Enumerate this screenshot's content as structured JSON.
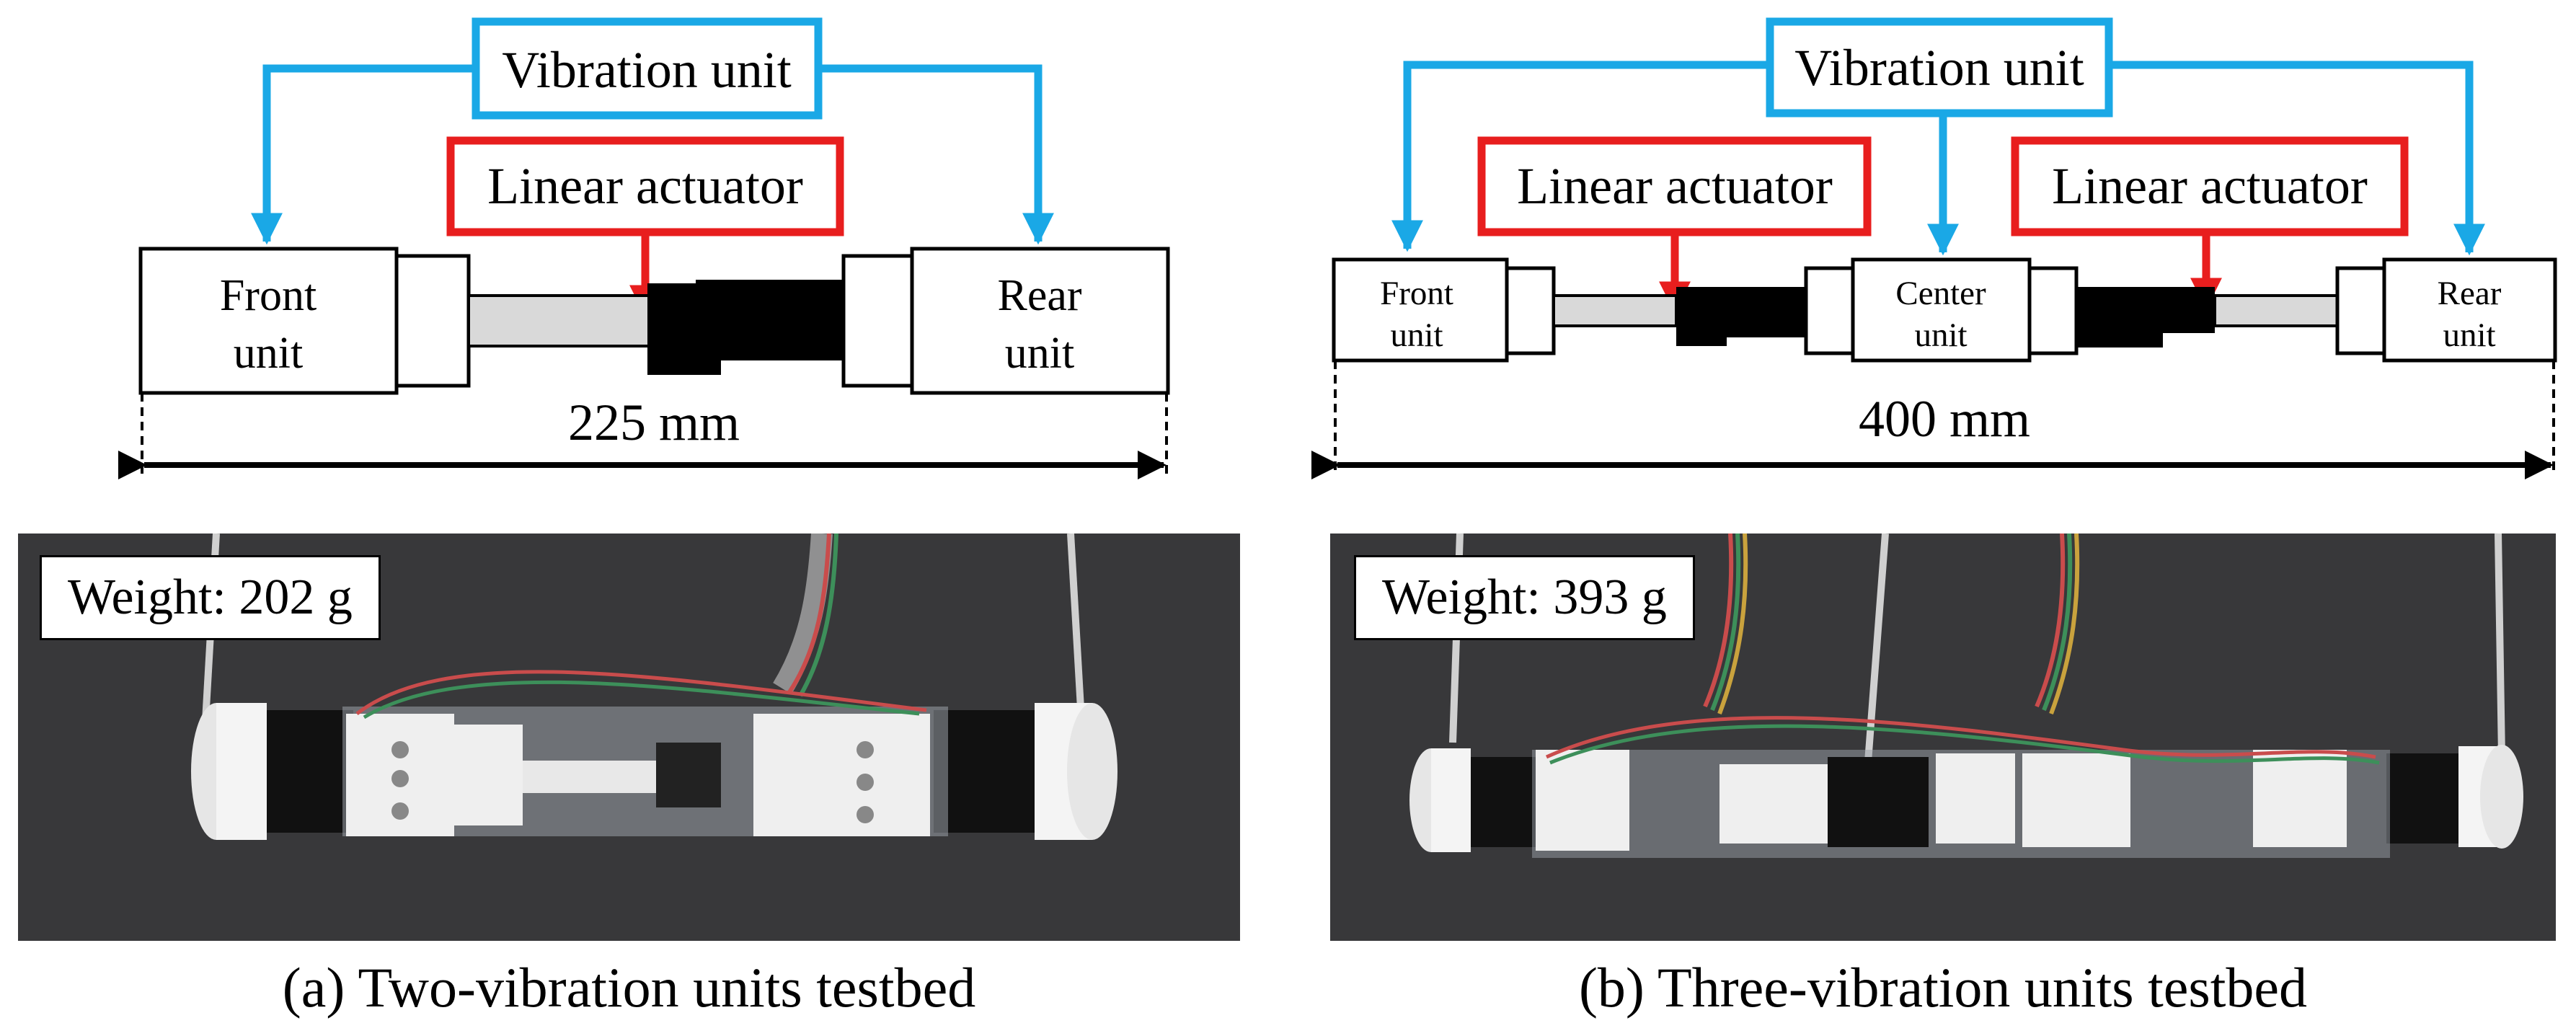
{
  "left": {
    "vibration_label": "Vibration unit",
    "actuator_label": "Linear actuator",
    "front_unit": [
      "Front",
      "unit"
    ],
    "rear_unit": [
      "Rear",
      "unit"
    ],
    "length_label": "225 mm",
    "weight_label": "Weight: 202 g",
    "caption": "(a) Two-vibration units testbed"
  },
  "right": {
    "vibration_label": "Vibration unit",
    "actuator_label_1": "Linear actuator",
    "actuator_label_2": "Linear actuator",
    "front_unit": [
      "Front",
      "unit"
    ],
    "center_unit": [
      "Center",
      "unit"
    ],
    "rear_unit": [
      "Rear",
      "unit"
    ],
    "length_label": "400 mm",
    "weight_label": "Weight: 393 g",
    "caption": "(b) Three-vibration units testbed"
  },
  "colors": {
    "vibration_line": "#1aa8e6",
    "actuator_line": "#e81e1e",
    "photo_background": "#3a3a3c",
    "rod_gray": "#d9d9d9"
  }
}
